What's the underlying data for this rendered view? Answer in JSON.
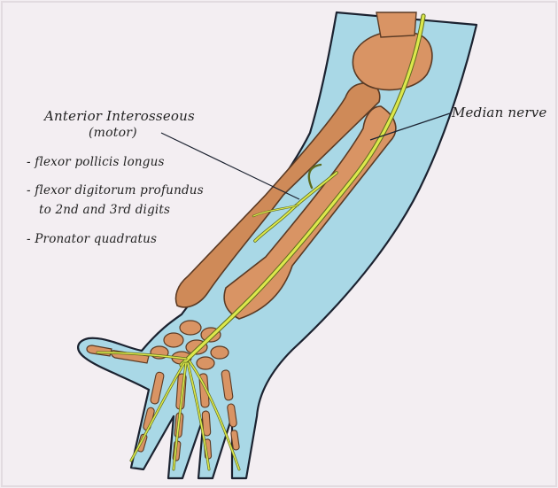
{
  "diagram": {
    "colors": {
      "paper": "#f3eef2",
      "skin": "#a9d8e6",
      "skin_outline": "#1b2230",
      "bone": "#d99464",
      "bone_shade": "#c77e4e",
      "nerve": "#dce84c",
      "nerve_outline": "#5d6b1e",
      "ink": "#222222"
    },
    "labels": {
      "anterior_interosseous_line1": "Anterior Interosseous",
      "anterior_interosseous_line2": "(motor)",
      "median_nerve": "Median nerve"
    },
    "innervated_muscles": [
      "- flexor pollicis longus",
      "- flexor digitorum profundus",
      "to 2nd and 3rd digits",
      "- Pronator quadratus"
    ]
  }
}
